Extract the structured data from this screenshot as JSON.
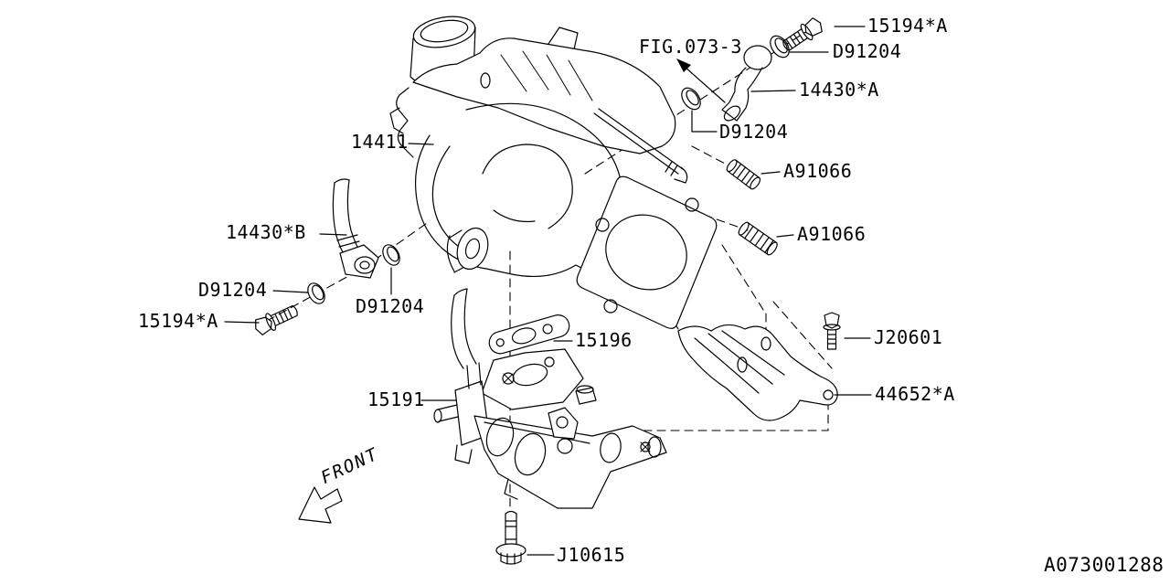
{
  "figure": {
    "reference": "FIG.073-3",
    "front_label": "FRONT",
    "diagram_code": "A073001288",
    "background_color": "#ffffff",
    "line_color": "#000000"
  },
  "callouts": {
    "bolt_15194A_top": "15194*A",
    "washer_D91204_top": "D91204",
    "hose_14430A": "14430*A",
    "washer_D91204_mid": "D91204",
    "turbocharger_14411": "14411",
    "stud_A91066_upper": "A91066",
    "stud_A91066_lower": "A91066",
    "hose_14430B": "14430*B",
    "washer_D91204_left": "D91204",
    "bolt_15194A_left": "15194*A",
    "washer_D91204_right": "D91204",
    "gasket_15196": "15196",
    "air_duct_15191": "15191",
    "bolt_J20601": "J20601",
    "cover_44652A": "44652*A",
    "bolt_J10615": "J10615"
  }
}
